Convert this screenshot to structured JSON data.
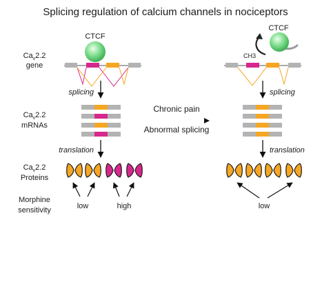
{
  "title": "Splicing regulation of calcium channels in nociceptors",
  "row_labels": {
    "gene": [
      "Ca",
      "v",
      "2.2",
      "gene"
    ],
    "mrna": [
      "Ca",
      "v",
      "2.2",
      "mRNAs"
    ],
    "proteins": [
      "Ca",
      "v",
      "2.2",
      "Proteins"
    ],
    "morphine": [
      "Morphine",
      "sensitivity"
    ]
  },
  "ctcf_label": "CTCF",
  "ch3_label": "CH3",
  "process_labels": {
    "splicing": "splicing",
    "translation": "translation"
  },
  "transition": {
    "top": "Chronic pain",
    "bottom": "Abnormal splicing"
  },
  "sensitivity": {
    "low": "low",
    "high": "high"
  },
  "colors": {
    "exon_gray": "#b3b3b3",
    "exon_orange": "#f5a623",
    "exon_magenta": "#d6288c",
    "ctcf_green": "#7ddc8c",
    "text": "#1a1a1a"
  }
}
